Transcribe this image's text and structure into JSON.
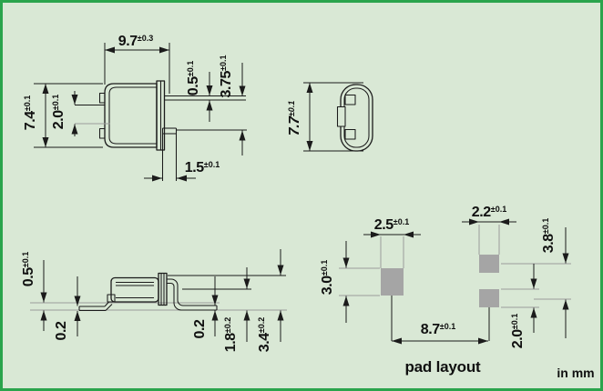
{
  "colors": {
    "background": "#d9e8d5",
    "border": "#2aa44c",
    "pad": "#a5a5a5",
    "line": "#1b1b1b",
    "ext": "#9b9b9b"
  },
  "labels": {
    "pad_layout": "pad layout",
    "units": "in mm"
  },
  "views": {
    "front_top": {
      "width": {
        "v": "9.7",
        "t": "±0.3"
      },
      "height": {
        "v": "7.4",
        "t": "±0.1"
      },
      "inner_gap": {
        "v": "2.0",
        "t": "±0.1"
      },
      "lead_thickness": {
        "v": "0.5",
        "t": "±0.1"
      },
      "lead_spacing": {
        "v": "3.75",
        "t": "±0.1"
      },
      "lead_width": {
        "v": "1.5",
        "t": "±0.1"
      }
    },
    "end": {
      "height": {
        "v": "7.7",
        "t": "±0.1"
      }
    },
    "side": {
      "standoff": {
        "v": "0.5",
        "t": "±0.1"
      },
      "lead_thickness_left": {
        "v": "0.2",
        "t": ""
      },
      "lead_thickness_right": {
        "v": "0.2",
        "t": ""
      },
      "lead_height": {
        "v": "1.8",
        "t": "±0.2"
      },
      "overall_height": {
        "v": "3.4",
        "t": "±0.2"
      }
    },
    "pads": {
      "pad1_width": {
        "v": "2.5",
        "t": "±0.1"
      },
      "pad1_height": {
        "v": "3.0",
        "t": "±0.1"
      },
      "pad2_width": {
        "v": "2.2",
        "t": "±0.1"
      },
      "pad_row_pitch": {
        "v": "3.8",
        "t": "±0.1"
      },
      "pad2_height": {
        "v": "2.0",
        "t": "±0.1"
      },
      "pad_column_pitch": {
        "v": "8.7",
        "t": "±0.1"
      }
    }
  }
}
